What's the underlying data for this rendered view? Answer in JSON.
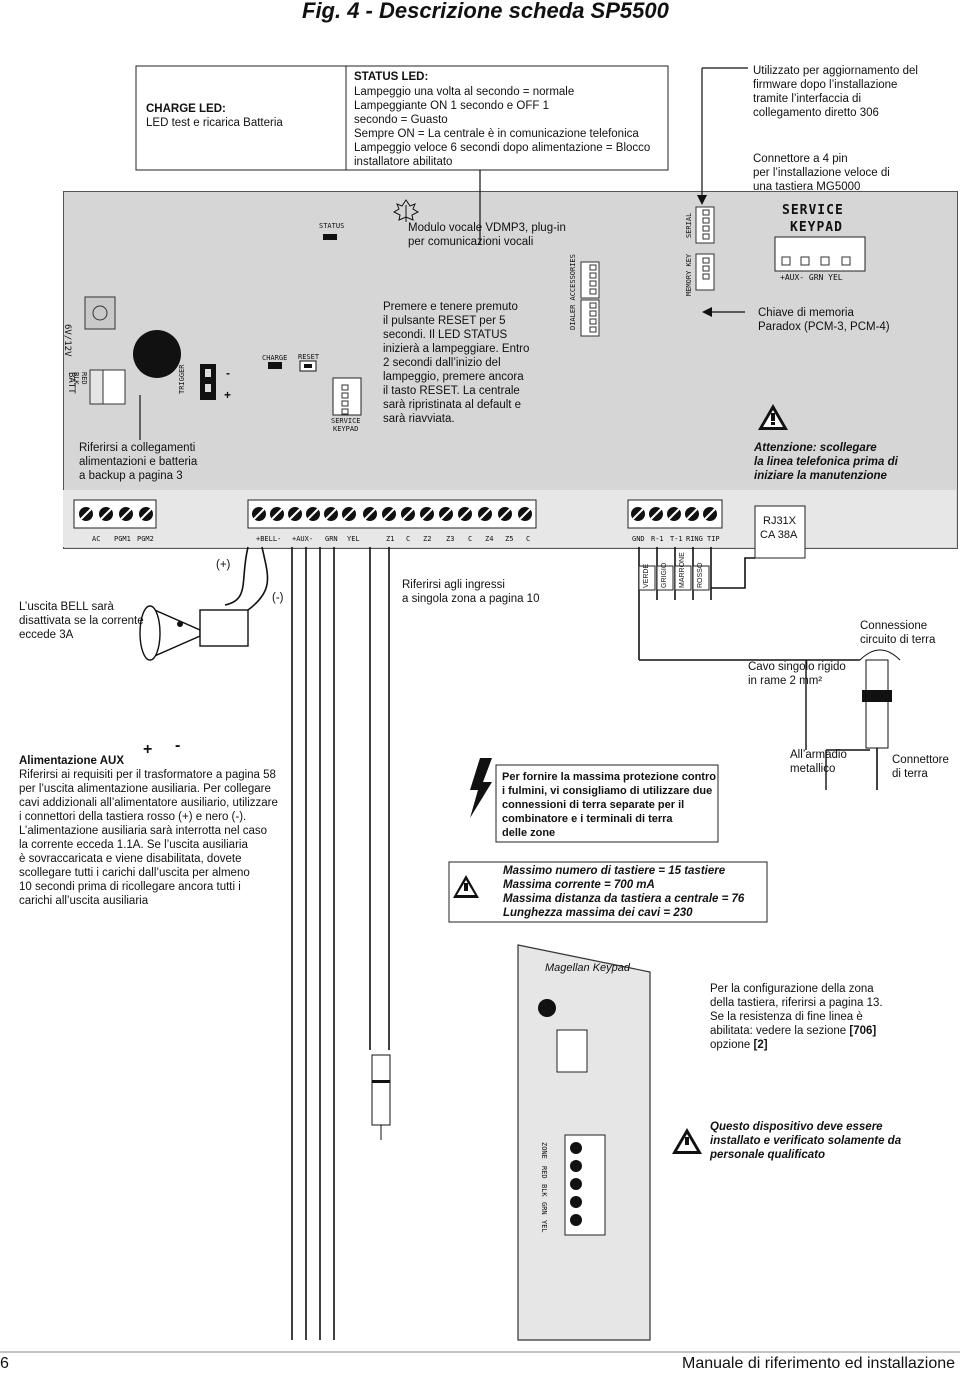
{
  "page_title": "Fig. 4 - Descrizione scheda SP5500",
  "charge_box": {
    "title": "CHARGE LED:",
    "line": "LED test e ricarica Batteria"
  },
  "status_box": {
    "title": "STATUS LED:",
    "lines": [
      "Lampeggio una volta al secondo = normale",
      "Lampeggiante ON 1 secondo e OFF 1",
      "secondo = Guasto",
      "Sempre ON = La centrale è in comunicazione telefonica",
      "Lampeggio veloce 6 secondi dopo alimentazione = Blocco",
      "installatore abilitato"
    ]
  },
  "firmware_note": [
    "Utilizzato per aggiornamento del",
    "firmware dopo l’installazione",
    "tramite l’interfaccia di",
    "collegamento diretto 306"
  ],
  "connector_note": [
    "Connettore a 4 pin",
    "per l’installazione veloce di",
    "una tastiera MG5000"
  ],
  "vocal_module": [
    "Modulo vocale VDMP3, plug-in",
    "per comunicazioni vocali"
  ],
  "reset_note": [
    "Premere e tenere premuto",
    "il pulsante RESET per 5",
    "secondi. Il LED STATUS",
    "inizierà a lampeggiare. Entro",
    "2 secondi dall’inizio del",
    "lampeggio, premere ancora",
    "il tasto RESET. La centrale",
    "sarà ripristinata al default e",
    "sarà riavviata."
  ],
  "memory_key_note": [
    "Chiave di memoria",
    "Paradox (PCM-3, PCM-4)"
  ],
  "power_note": [
    "Riferirsi a collegamenti",
    "alimentazioni e batteria",
    "a backup a pagina 3"
  ],
  "warning_phone": [
    "Attenzione: scollegare",
    "la linea telefonica prima di",
    "iniziare la manutenzione"
  ],
  "board_labels": {
    "status": "STATUS",
    "charge": "CHARGE",
    "reset": "RESET",
    "trigger": "TRIGGER",
    "service_keypad_small": [
      "SERVICE",
      "KEYPAD"
    ],
    "service_keypad_big": [
      "SERVICE",
      "KEYPAD"
    ],
    "aux_grn_yel": "+AUX-  GRN  YEL",
    "serial": "SERIAL",
    "dialer_accessories": "DIALER ACCESSORIES",
    "memory_key": "MEMORY KEY",
    "battery_voltage": "6V/12V",
    "battery_wires": [
      "RED",
      "BLK"
    ],
    "batt": "BATT",
    "minus": "-",
    "plus": "+",
    "terminals": [
      "AC",
      "PGM1",
      "PGM2",
      "+BELL-",
      "+AUX-",
      "GRN",
      "YEL",
      "Z1",
      "C",
      "Z2",
      "Z3",
      "C",
      "Z4",
      "Z5",
      "C"
    ],
    "phone_terminals": [
      "GND",
      "R-1",
      "T-1",
      "RING",
      "TIP"
    ]
  },
  "rj31x": [
    "RJ31X",
    "CA 38A"
  ],
  "wire_colors": [
    "VERDE",
    "GRIGIO",
    "MARRONE",
    "ROSSO"
  ],
  "bell_note": [
    "L’uscita BELL sarà",
    "disattivata se la corrente",
    "eccede 3A"
  ],
  "bell_polarity": {
    "plus": "(+)",
    "minus": "(-)"
  },
  "zones_note": [
    "Riferirsi agli ingressi",
    "a singola zona a pagina 10"
  ],
  "ground_connection": [
    "Connessione",
    "circuito di terra"
  ],
  "copper_wire": [
    "Cavo singolo rigido",
    "in rame 2 mm²"
  ],
  "aux_power": {
    "title": "Alimentazione AUX",
    "plus": "+",
    "minus": "-",
    "lines": [
      "Riferirsi ai requisiti per il trasformatore a pagina 58",
      "per l’uscita alimentazione ausiliaria. Per collegare",
      "cavi addizionali all’alimentatore ausiliario, utilizzare",
      "i connettori della tastiera rosso (+) e nero (-).",
      "L’alimentazione ausiliaria sarà interrotta nel caso",
      "la corrente ecceda 1.1A. Se l’uscita ausiliaria",
      "è sovraccaricata e viene disabilitata, dovete",
      "scollegare tutti i carichi dall’uscita per almeno",
      "10 secondi prima di ricollegare ancora tutti i",
      "carichi all’uscita ausiliaria"
    ]
  },
  "lightning_note": [
    "Per fornire la massima protezione contro",
    "i fulmini, vi consigliamo di utilizzare due",
    "connessioni di terra separate per il",
    "combinatore e i terminali di terra",
    "delle zone"
  ],
  "cabinet": [
    "All’armadio",
    "metallico"
  ],
  "ground_connector": [
    "Connettore",
    "di terra"
  ],
  "keypad_limits": [
    "Massimo numero di tastiere = 15 tastiere",
    "Massima corrente = 700 mA",
    "Massima distanza da tastiera a centrale = 76",
    "Lunghezza massima dei cavi = 230"
  ],
  "keypad_label": "Magellan  Keypad",
  "keypad_terminals": [
    "ZONE",
    "RED",
    "BLK",
    "GRN",
    "YEL"
  ],
  "zone_config": [
    "Per la configurazione della zona",
    "della tastiera, riferirsi a pagina 13.",
    "Se la resistenza di fine linea è",
    "abilitata: vedere la sezione ",
    "opzione "
  ],
  "zone_config_bold": [
    "[706]",
    "[2]"
  ],
  "install_warning": [
    "Questo dispositivo deve essere",
    "installato e verificato solamente da",
    "personale qualificato"
  ],
  "footer": {
    "page": "6",
    "manual": "Manuale di riferimento ed installazione"
  }
}
